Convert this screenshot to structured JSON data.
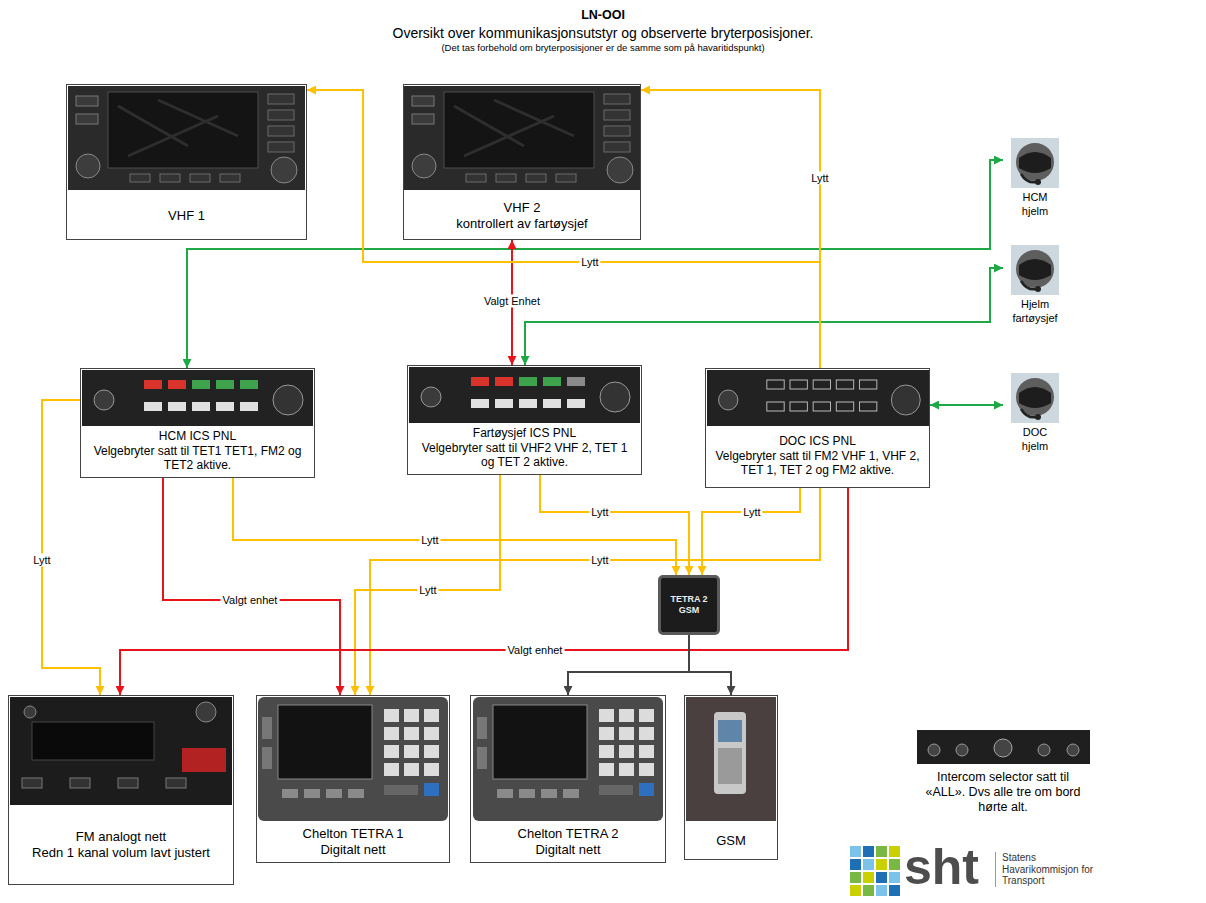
{
  "diagram": {
    "title": "LN-OOI",
    "nodes": [
      {
        "text": [
          "VHF 1"
        ]
      },
      {
        "text": [
          "VHF 2",
          "kontrollert av fartøysjef"
        ]
      },
      {
        "text": [
          "HCM hjelm"
        ]
      },
      {
        "text": [
          "Hjelm fartøysjef"
        ]
      },
      {
        "text": [
          "DOC hjelm"
        ]
      },
      {
        "text": [
          "HCM ICS PNL",
          "Velgebryter satt til TET1 TET1, FM2 og TET2 aktive."
        ]
      },
      {
        "text": [
          "Fartøysjef ICS PNL",
          "Velgebryter satt til VHF2 VHF 2, TET 1 og TET 2 aktive."
        ]
      },
      {
        "text": [
          "DOC ICS PNL",
          "Velgebryter satt til FM2 VHF 1, VHF 2, TET 1, TET 2 og FM2 aktive."
        ]
      },
      {
        "text": [
          "TETRA 2 GSM"
        ]
      },
      {
        "text": [
          "FM analogt nett",
          "Redn 1 kanal volum lavt justert"
        ]
      },
      {
        "text": [
          "Chelton TETRA 1",
          "Digitalt nett"
        ]
      },
      {
        "text": [
          "Chelton TETRA 2",
          "Digitalt nett"
        ]
      },
      {
        "text": [
          "GSM"
        ]
      },
      {
        "text": [
          "Intercom selector satt til «ALL». Dvs alle tre om bord hørte alt."
        ]
      }
    ],
    "edges": [
      {
        "from": 5,
        "to": 2,
        "arrow": "both"
      },
      {
        "from": 6,
        "to": 3,
        "arrow": "both"
      },
      {
        "from": 7,
        "to": 4,
        "arrow": "both"
      },
      {
        "from": 6,
        "to": 1,
        "label": "Valgt Enhet",
        "arrow": "both"
      },
      {
        "from": 7,
        "to": 1,
        "label": "Lytt",
        "arrow": "to"
      },
      {
        "from": 7,
        "to": 0,
        "label": "Lytt",
        "arrow": "to"
      },
      {
        "from": 5,
        "to": 9,
        "label": "Lytt",
        "arrow": "to"
      },
      {
        "from": 5,
        "to": 10,
        "label": "Valgt enhet",
        "arrow": "to"
      },
      {
        "from": 5,
        "to": 8,
        "label": "Lytt",
        "arrow": "to"
      },
      {
        "from": 6,
        "to": 10,
        "label": "Lytt",
        "arrow": "to"
      },
      {
        "from": 6,
        "to": 8,
        "label": "Lytt",
        "arrow": "to"
      },
      {
        "from": 7,
        "to": 8,
        "label": "Lytt",
        "arrow": "to"
      },
      {
        "from": 7,
        "to": 10,
        "label": "Lytt",
        "arrow": "to"
      },
      {
        "from": 7,
        "to": 9,
        "label": "Valgt enhet",
        "arrow": "to"
      },
      {
        "from": 8,
        "to": 11,
        "arrow": "to"
      },
      {
        "from": 8,
        "to": 12,
        "arrow": "to"
      }
    ],
    "labels": [
      "Oversikt over kommunikasjonsutstyr og observerte bryterposisjoner.",
      "(Det tas forbehold om bryterposisjoner er de samme som på havaritidspunkt)",
      "sht",
      "Statens Havarikommisjon for Transport"
    ]
  }
}
